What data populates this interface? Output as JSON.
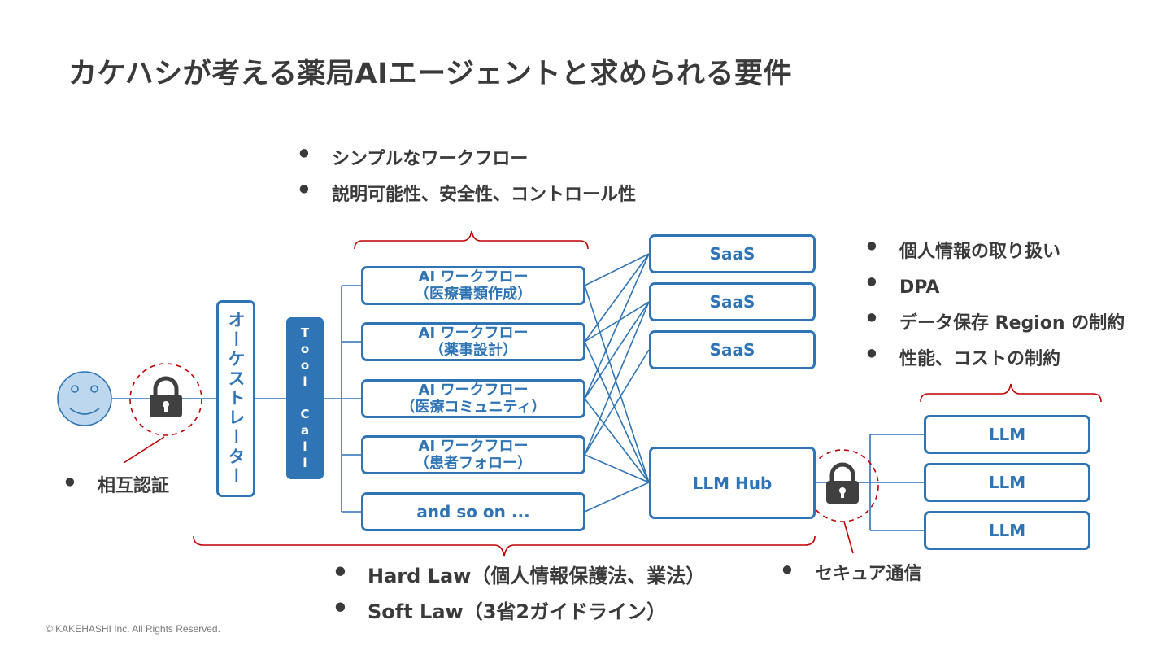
{
  "title": "カケハシが考える薬局AIエージェントと求められる要件",
  "top_requirements": [
    "シンプルなワークフロー",
    "説明可能性、安全性、コントロール性"
  ],
  "right_requirements": [
    "個人情報の取り扱い",
    "DPA",
    "データ保存 Region の制約",
    "性能、コストの制約"
  ],
  "auth_requirement": "相互認証",
  "law_requirements": [
    "Hard Law（個人情報保護法、業法）",
    "Soft Law（3省2ガイドライン）"
  ],
  "secure_requirement": "セキュア通信",
  "orchestrator": "オーケストレーター",
  "tool_call": "Tool Call",
  "workflows": [
    {
      "line1": "AI ワークフロー",
      "line2": "（医療書類作成）"
    },
    {
      "line1": "AI ワークフロー",
      "line2": "（薬事設計）"
    },
    {
      "line1": "AI ワークフロー",
      "line2": "（医療コミュニティ）"
    },
    {
      "line1": "AI ワークフロー",
      "line2": "（患者フォロー）"
    }
  ],
  "and_so_on": "and so on ...",
  "saas": [
    "SaaS",
    "SaaS",
    "SaaS"
  ],
  "llm_hub": "LLM Hub",
  "llms": [
    "LLM",
    "LLM",
    "LLM"
  ],
  "copyright": "© KAKEHASHI Inc. All Rights Reserved.",
  "icons": {
    "user": "smiley-face-icon",
    "lock": "lock-icon"
  },
  "colors": {
    "primary": "#2f74b5",
    "accent": "#c00000",
    "face_fill": "#bdd7ee",
    "text": "#3a3a3a"
  }
}
